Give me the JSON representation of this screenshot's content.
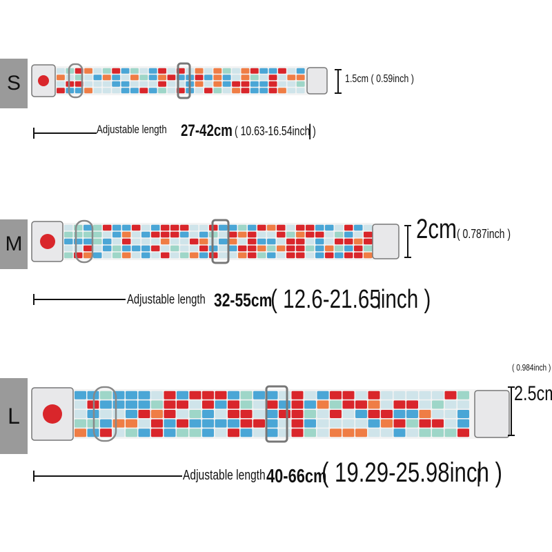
{
  "sizes": [
    {
      "tag": "S",
      "width_cm": "1.5cm",
      "width_inch": "( 0.59inch )",
      "length_prefix": "Adjustable length",
      "length_cm": "27-42cm",
      "length_inch": "( 10.63-16.54inch )",
      "end_mark": "|"
    },
    {
      "tag": "M",
      "width_cm": "2cm",
      "width_inch": "( 0.787inch )",
      "length_prefix": "Adjustable length",
      "length_cm": "32-55cm",
      "length_inch": "( 12.6-21.65inch )",
      "end_mark": "|"
    },
    {
      "tag": "L",
      "width_cm": "2.5cm",
      "width_inch": "( 0.984inch )",
      "length_prefix": "Adjustable length",
      "length_cm": "40-66cm",
      "length_inch": "( 19.29-25.98inch )",
      "end_mark": "|"
    }
  ],
  "colors": {
    "tag_bg": "#9a9a9a",
    "red": "#d9262b",
    "orange": "#ef7d45",
    "blue": "#4aa6d6",
    "light": "#cfe4ea",
    "mint": "#9ed6c8",
    "metal": "#e8e8ea"
  },
  "icons": {
    "buckle": "buckle-icon",
    "d_ring": "d-ring-icon",
    "slider": "slider-icon",
    "tag_dot": "red-dot-icon"
  }
}
